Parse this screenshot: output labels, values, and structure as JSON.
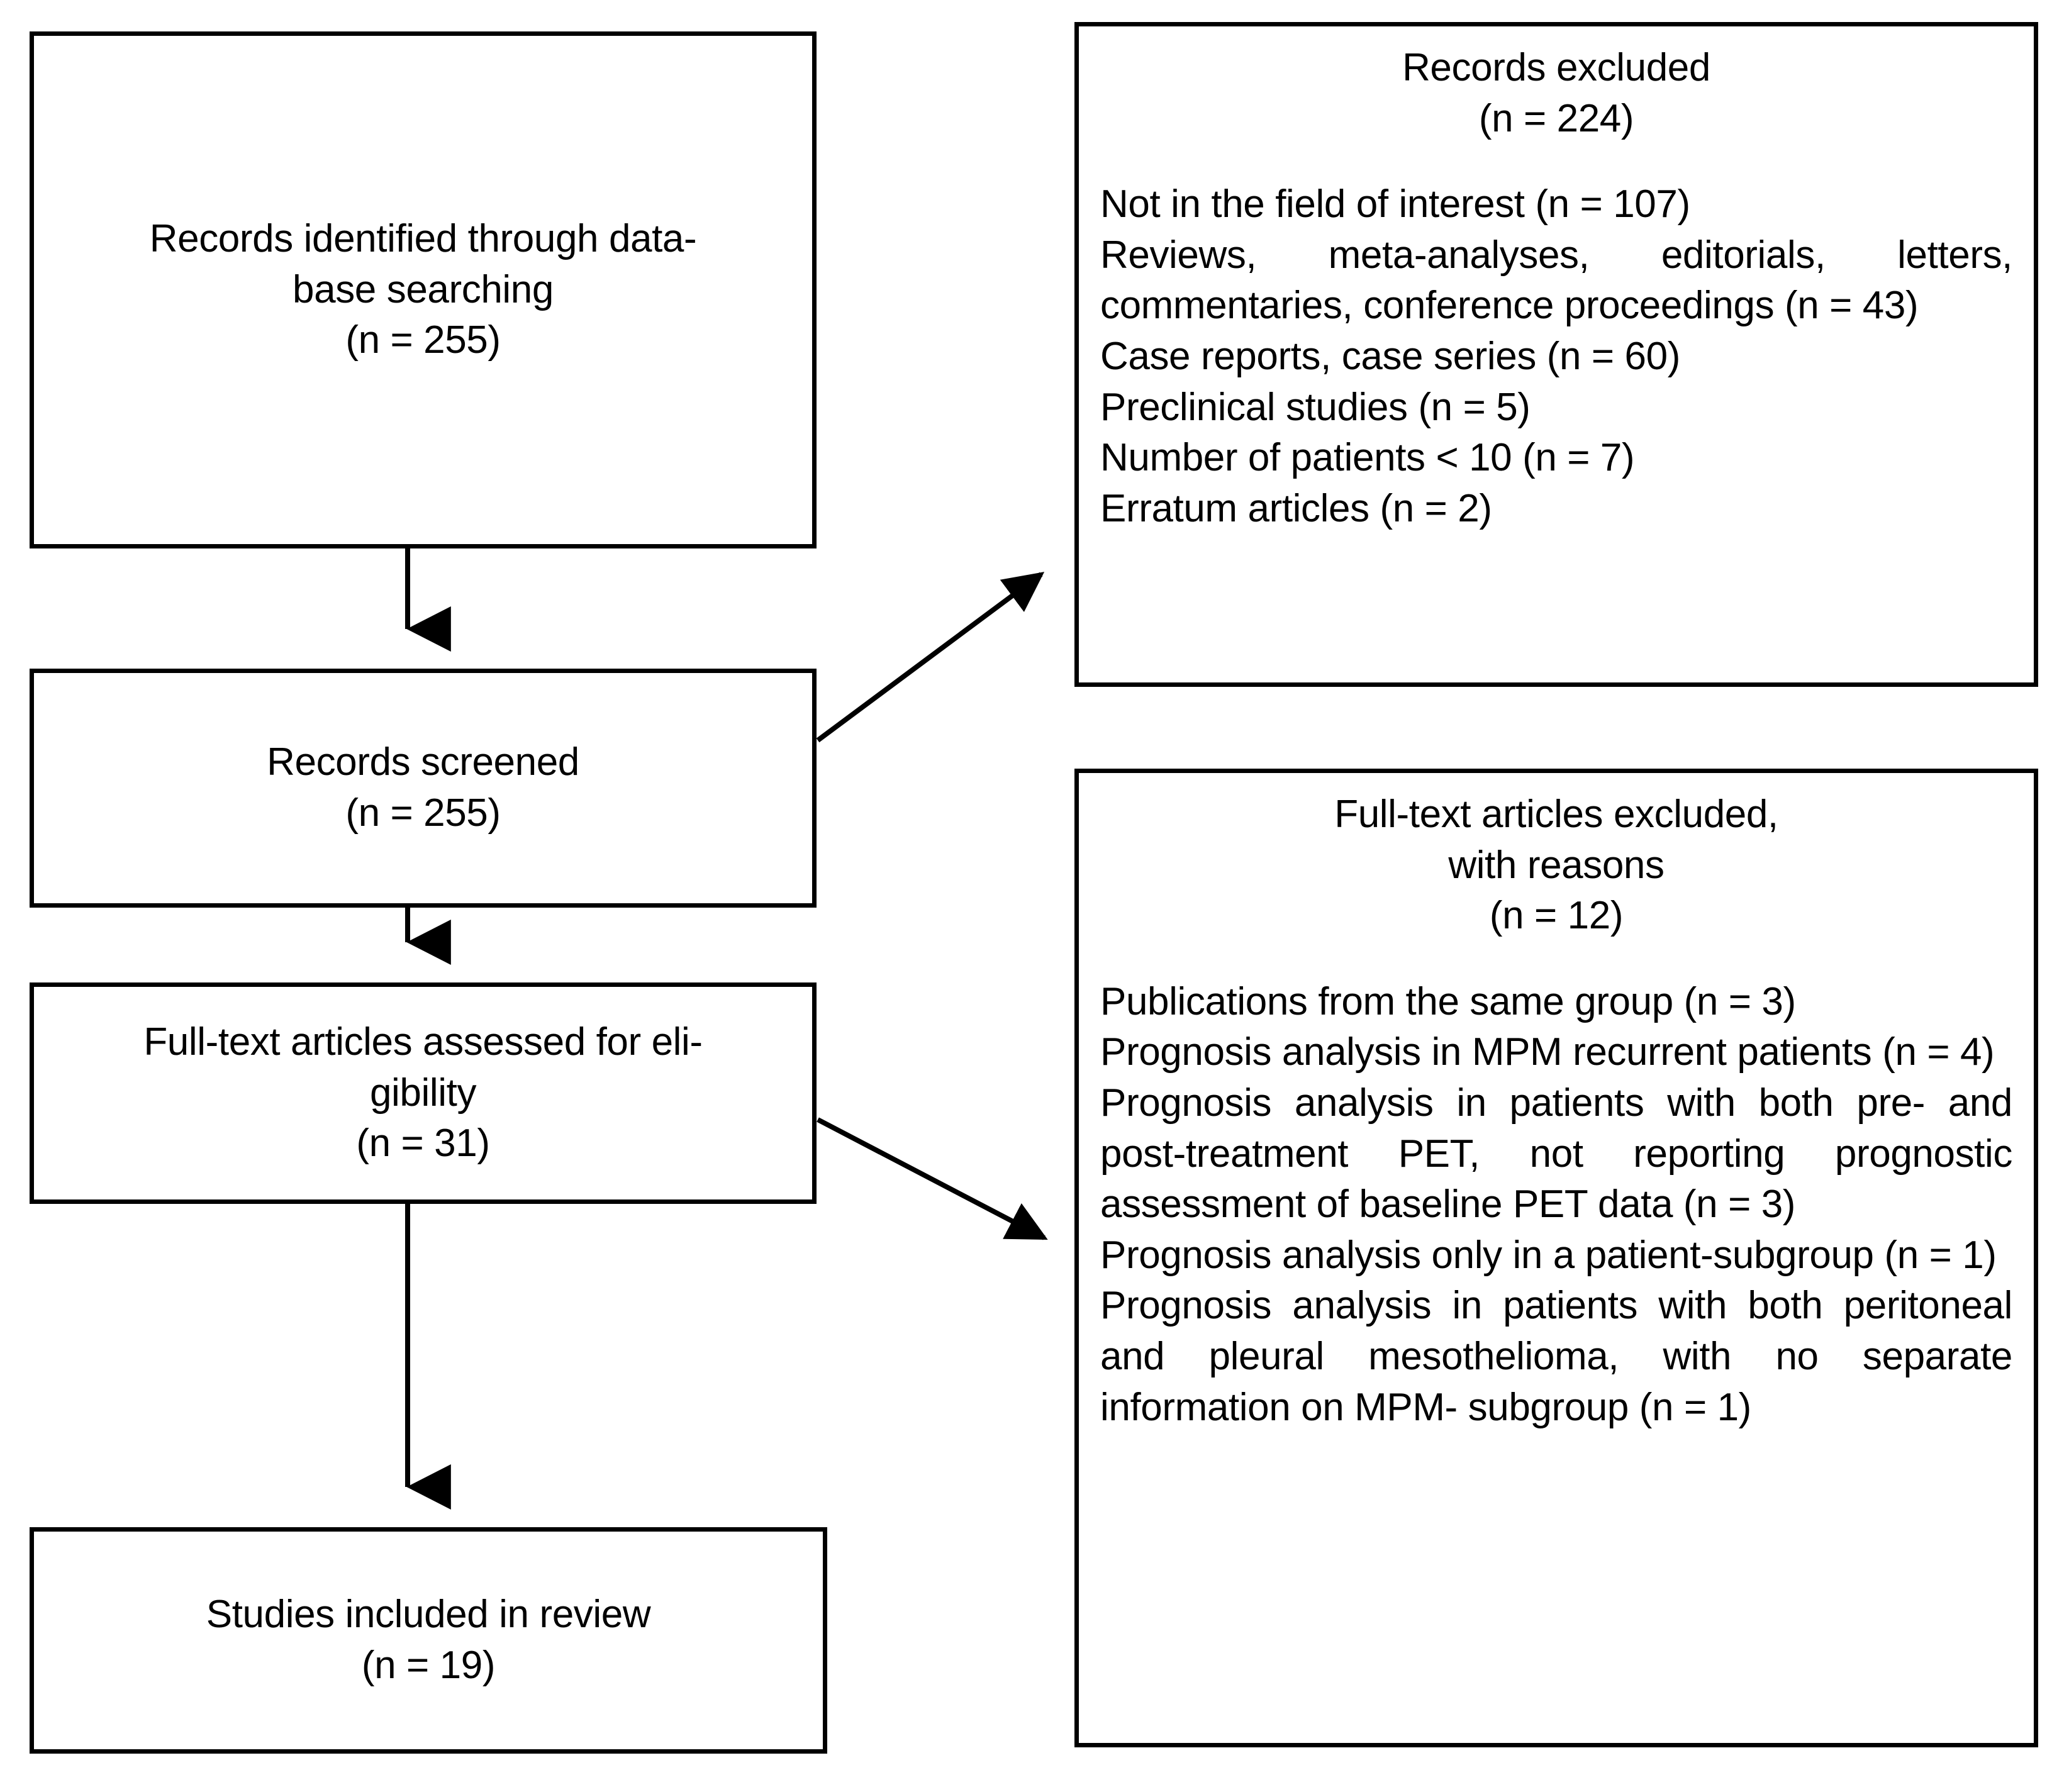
{
  "diagram": {
    "type": "prisma-flow-diagram",
    "accent_color": "#000000",
    "background_color": "#ffffff"
  },
  "boxes": {
    "identified": {
      "line1": "Records identified through data-",
      "line2": "base searching",
      "line3": "(n = 255)"
    },
    "screened": {
      "line1": "Records screened",
      "line2": "(n = 255)"
    },
    "eligibility": {
      "line1": "Full-text articles assessed for eli-",
      "line2": "gibility",
      "line3": "(n = 31)"
    },
    "included": {
      "line1": "Studies included in review",
      "line2": "(n = 19)"
    }
  },
  "panels": {
    "records_excluded": {
      "header_line1": "Records excluded",
      "header_line2": "(n = 224)",
      "reasons": [
        "Not in the field of interest (n = 107)",
        "Reviews, meta-analyses, editorials, letters, commentaries, conference proceedings (n = 43)",
        "Case reports, case series (n = 60)",
        "Preclinical studies (n = 5)",
        "Number of patients < 10 (n = 7)",
        "Erratum articles (n = 2)"
      ]
    },
    "fulltext_excluded": {
      "header_line1": "Full-text articles excluded,",
      "header_line2": "with reasons",
      "header_line3": "(n = 12)",
      "reasons": [
        "Publications from the same group (n = 3)",
        "Prognosis analysis in MPM recurrent patients (n = 4)",
        "Prognosis analysis in patients with both pre- and post-treatment PET, not reporting prognostic assessment of baseline PET data (n = 3)",
        "Prognosis analysis only in a patient-subgroup (n = 1)",
        "Prognosis analysis in patients with both peritoneal and pleural mesothelioma, with no separate information on MPM- subgroup (n = 1)"
      ]
    }
  }
}
